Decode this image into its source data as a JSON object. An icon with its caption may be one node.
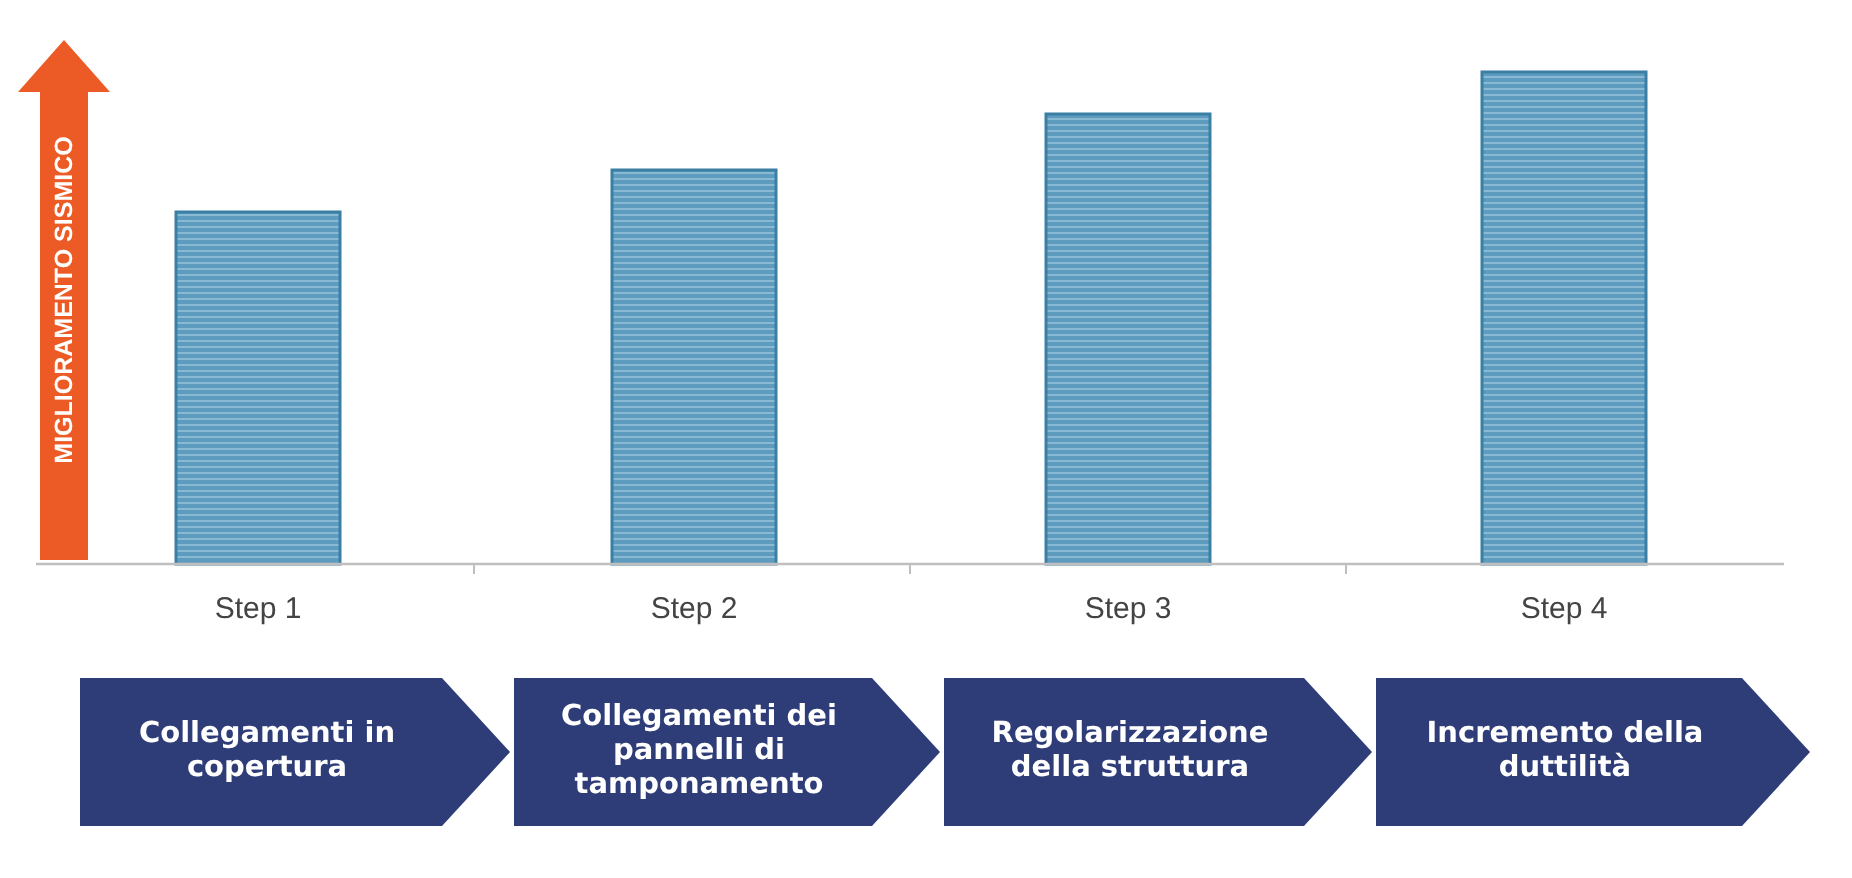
{
  "diagram": {
    "nodes": [
      {
        "text": [
          "Collegamenti in copertura"
        ]
      },
      {
        "text": [
          "Collegamenti dei pannelli di tamponamento"
        ]
      },
      {
        "text": [
          "Regolarizzazione della struttura"
        ]
      },
      {
        "text": [
          "Incremento della duttilità"
        ]
      }
    ],
    "labels": [
      "MIGLIORAMENTO SISMICO",
      "Step 1",
      "Step 2",
      "Step 3",
      "Step 4"
    ]
  }
}
